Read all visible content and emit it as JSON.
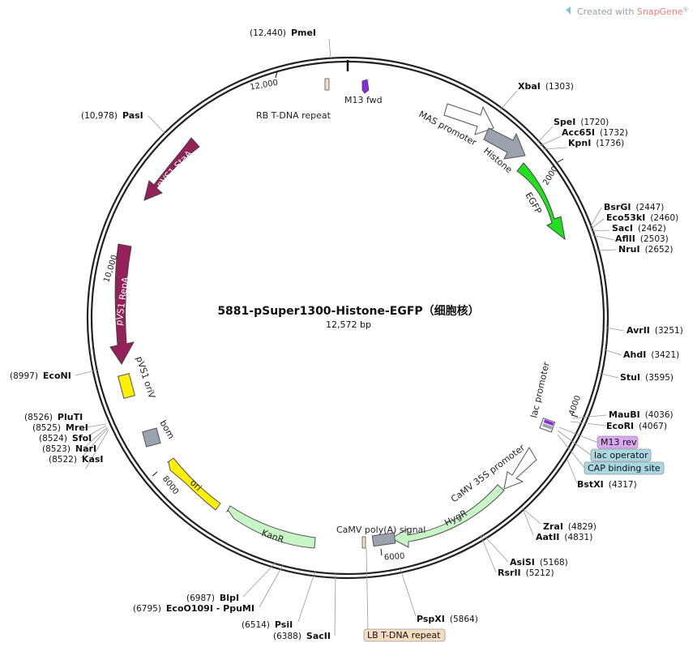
{
  "brand": {
    "prefix": "Created with ",
    "name": "SnapGene",
    "reg": "®"
  },
  "map": {
    "title": "5881-pSuper1300-Histone-EGFP（细胞核）",
    "length": "12,572 bp"
  },
  "ticks": [
    "12,000",
    "2000",
    "4000",
    "6000",
    "8000",
    "10,000"
  ],
  "features": {
    "rb_tdna": "RB T-DNA repeat",
    "m13_fwd": "M13 fwd",
    "mas": "MAS promoter",
    "histone": "Histone",
    "egfp": "EGFP",
    "lac_promoter": "lac promoter",
    "camv35s": "CaMV 35S promoter",
    "hygr": "HygR",
    "camv_polya": "CaMV poly(A) signal",
    "kanr": "KanR",
    "ori": "ori",
    "bom": "bom",
    "pvs1_oriv": "pVS1 oriV",
    "pvs1_repa": "pVS1 RepA",
    "pvs1_staa": "pVS1 StaA"
  },
  "boxed": {
    "m13_rev": "M13 rev",
    "lac_operator": "lac operator",
    "cap": "CAP binding site",
    "lb_tdna": "LB T-DNA repeat"
  },
  "colors": {
    "m13": "#d9a6f0",
    "lac": "#a9d8e3",
    "lb": "#f6dcc0",
    "egfp": "#22e01e",
    "histone": "#9aa3ad",
    "hygr": "#c8f5c6",
    "kanr": "#c8f5c6",
    "ori": "#ffef00",
    "pvs1": "#96205a",
    "bom": "#9aa3ad"
  },
  "sites": [
    {
      "name": "PmeI",
      "pos": "(12,440)"
    },
    {
      "name": "XbaI",
      "pos": "(1303)"
    },
    {
      "name": "SpeI",
      "pos": "(1720)"
    },
    {
      "name": "Acc65I",
      "pos": "(1732)"
    },
    {
      "name": "KpnI",
      "pos": "(1736)"
    },
    {
      "name": "BsrGI",
      "pos": "(2447)"
    },
    {
      "name": "Eco53kI",
      "pos": "(2460)"
    },
    {
      "name": "SacI",
      "pos": "(2462)"
    },
    {
      "name": "AflII",
      "pos": "(2503)"
    },
    {
      "name": "NruI",
      "pos": "(2652)"
    },
    {
      "name": "AvrII",
      "pos": "(3251)"
    },
    {
      "name": "AhdI",
      "pos": "(3421)"
    },
    {
      "name": "StuI",
      "pos": "(3595)"
    },
    {
      "name": "MauBI",
      "pos": "(4036)"
    },
    {
      "name": "EcoRI",
      "pos": "(4067)"
    },
    {
      "name": "BstXI",
      "pos": "(4317)"
    },
    {
      "name": "ZraI",
      "pos": "(4829)"
    },
    {
      "name": "AatII",
      "pos": "(4831)"
    },
    {
      "name": "AsiSI",
      "pos": "(5168)"
    },
    {
      "name": "RsrII",
      "pos": "(5212)"
    },
    {
      "name": "PspXI",
      "pos": "(5864)"
    },
    {
      "name": "SacII",
      "pos": "(6388)"
    },
    {
      "name": "PsiI",
      "pos": "(6514)"
    },
    {
      "name": "EcoO109I - PpuMI",
      "pos": "(6795)"
    },
    {
      "name": "BlpI",
      "pos": "(6987)"
    },
    {
      "name": "KasI",
      "pos": "(8522)"
    },
    {
      "name": "NarI",
      "pos": "(8523)"
    },
    {
      "name": "SfoI",
      "pos": "(8524)"
    },
    {
      "name": "MreI",
      "pos": "(8525)"
    },
    {
      "name": "PluTI",
      "pos": "(8526)"
    },
    {
      "name": "EcoNI",
      "pos": "(8997)"
    },
    {
      "name": "PasI",
      "pos": "(10,978)"
    }
  ]
}
